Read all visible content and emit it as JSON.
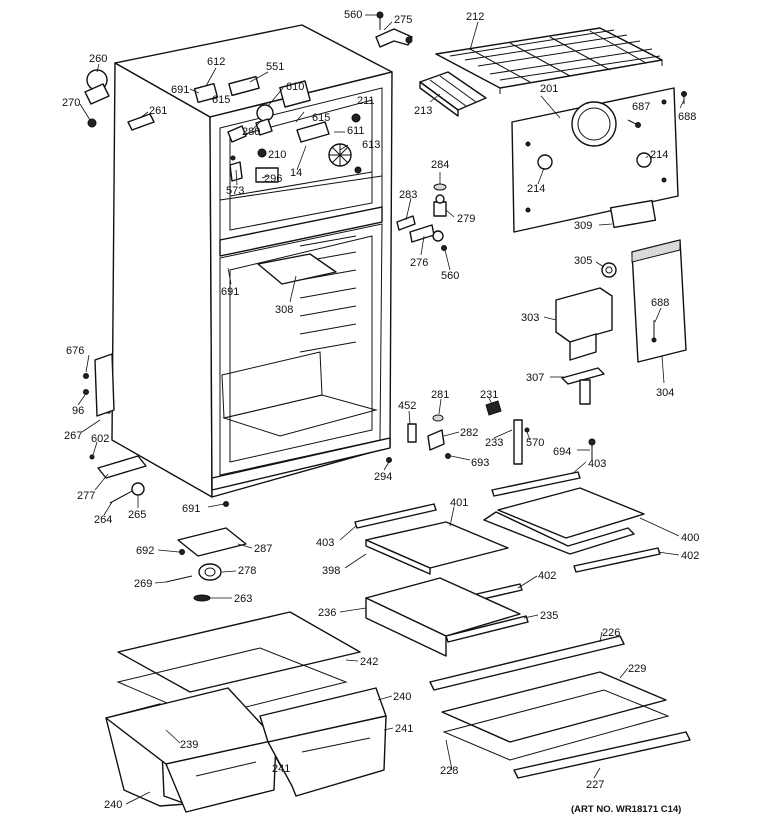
{
  "diagram": {
    "art_number": "(ART NO. WR18171 C14)",
    "callouts": [
      {
        "id": "c560a",
        "text": "560"
      },
      {
        "id": "c275",
        "text": "275"
      },
      {
        "id": "c212",
        "text": "212"
      },
      {
        "id": "c260",
        "text": "260"
      },
      {
        "id": "c612",
        "text": "612"
      },
      {
        "id": "c551",
        "text": "551"
      },
      {
        "id": "c691a",
        "text": "691"
      },
      {
        "id": "c615a",
        "text": "615"
      },
      {
        "id": "c610",
        "text": "610"
      },
      {
        "id": "c270",
        "text": "270"
      },
      {
        "id": "c261",
        "text": "261"
      },
      {
        "id": "c211",
        "text": "211"
      },
      {
        "id": "c213",
        "text": "213"
      },
      {
        "id": "c201",
        "text": "201"
      },
      {
        "id": "c687",
        "text": "687"
      },
      {
        "id": "c688a",
        "text": "688"
      },
      {
        "id": "c615b",
        "text": "615"
      },
      {
        "id": "c280",
        "text": "280"
      },
      {
        "id": "c611",
        "text": "611"
      },
      {
        "id": "c613",
        "text": "613"
      },
      {
        "id": "c210",
        "text": "210"
      },
      {
        "id": "c296",
        "text": "296"
      },
      {
        "id": "c14",
        "text": "14"
      },
      {
        "id": "c573",
        "text": "573"
      },
      {
        "id": "c284",
        "text": "284"
      },
      {
        "id": "c214a",
        "text": "214"
      },
      {
        "id": "c214b",
        "text": "214"
      },
      {
        "id": "c283",
        "text": "283"
      },
      {
        "id": "c279",
        "text": "279"
      },
      {
        "id": "c309",
        "text": "309"
      },
      {
        "id": "c276",
        "text": "276"
      },
      {
        "id": "c560b",
        "text": "560"
      },
      {
        "id": "c691b",
        "text": "691"
      },
      {
        "id": "c305",
        "text": "305"
      },
      {
        "id": "c308",
        "text": "308"
      },
      {
        "id": "c303",
        "text": "303"
      },
      {
        "id": "c688b",
        "text": "688"
      },
      {
        "id": "c676",
        "text": "676"
      },
      {
        "id": "c96",
        "text": "96"
      },
      {
        "id": "c307",
        "text": "307"
      },
      {
        "id": "c304",
        "text": "304"
      },
      {
        "id": "c231",
        "text": "231"
      },
      {
        "id": "c281",
        "text": "281"
      },
      {
        "id": "c452",
        "text": "452"
      },
      {
        "id": "c282",
        "text": "282"
      },
      {
        "id": "c233",
        "text": "233"
      },
      {
        "id": "c570",
        "text": "570"
      },
      {
        "id": "c267",
        "text": "267"
      },
      {
        "id": "c602",
        "text": "602"
      },
      {
        "id": "c694",
        "text": "694"
      },
      {
        "id": "c693",
        "text": "693"
      },
      {
        "id": "c403a",
        "text": "403"
      },
      {
        "id": "c294",
        "text": "294"
      },
      {
        "id": "c277",
        "text": "277"
      },
      {
        "id": "c691c",
        "text": "691"
      },
      {
        "id": "c401",
        "text": "401"
      },
      {
        "id": "c264",
        "text": "264"
      },
      {
        "id": "c265",
        "text": "265"
      },
      {
        "id": "c403b",
        "text": "403"
      },
      {
        "id": "c400",
        "text": "400"
      },
      {
        "id": "c402a",
        "text": "402"
      },
      {
        "id": "c692",
        "text": "692"
      },
      {
        "id": "c287",
        "text": "287"
      },
      {
        "id": "c398",
        "text": "398"
      },
      {
        "id": "c402b",
        "text": "402"
      },
      {
        "id": "c278",
        "text": "278"
      },
      {
        "id": "c269",
        "text": "269"
      },
      {
        "id": "c263",
        "text": "263"
      },
      {
        "id": "c236",
        "text": "236"
      },
      {
        "id": "c235",
        "text": "235"
      },
      {
        "id": "c226",
        "text": "226"
      },
      {
        "id": "c242",
        "text": "242"
      },
      {
        "id": "c229",
        "text": "229"
      },
      {
        "id": "c240a",
        "text": "240"
      },
      {
        "id": "c241a",
        "text": "241"
      },
      {
        "id": "c239",
        "text": "239"
      },
      {
        "id": "c241b",
        "text": "241"
      },
      {
        "id": "c228",
        "text": "228"
      },
      {
        "id": "c227",
        "text": "227"
      },
      {
        "id": "c240b",
        "text": "240"
      }
    ]
  }
}
